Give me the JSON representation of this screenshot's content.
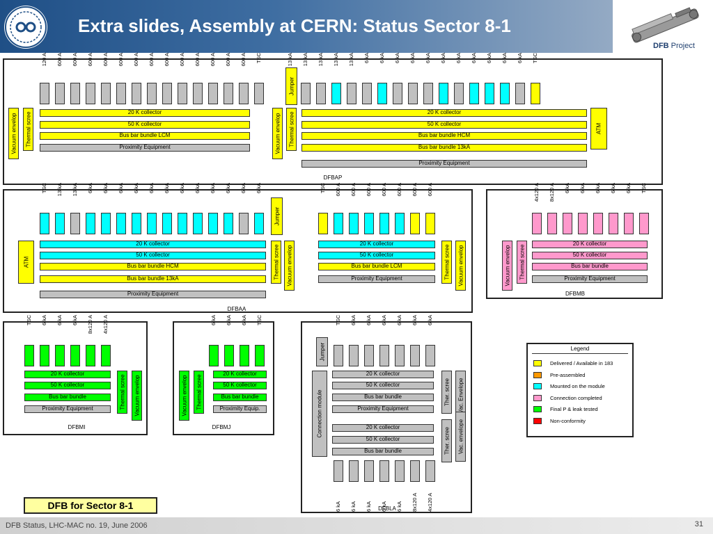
{
  "header": {
    "title": "Extra slides, Assembly at CERN: Status Sector 8-1",
    "project_label": "Project",
    "project_brand": "DFB"
  },
  "footer": {
    "left": "DFB Status, LHC-MAC no. 19, June 2006",
    "page": "31"
  },
  "sector_label": "DFB for Sector 8-1",
  "colors": {
    "yellow": "#ffff00",
    "cyan": "#00ffff",
    "gray": "#c0c0c0",
    "pink": "#ff99cc",
    "green": "#00ff00",
    "orange": "#ff9900",
    "red": "#ff0000"
  },
  "legend": {
    "title": "Legend",
    "items": [
      {
        "label": "Delivered / Available in 183",
        "color": "yellow"
      },
      {
        "label": "Pre-assembled",
        "color": "orange"
      },
      {
        "label": "Mounted on the module",
        "color": "cyan"
      },
      {
        "label": "Connection completed",
        "color": "pink"
      },
      {
        "label": "Final P & leak tested",
        "color": "green"
      },
      {
        "label": "Non-conformity",
        "color": "red"
      }
    ]
  },
  "panels": [
    {
      "name": "DFBAP",
      "cols": [
        {
          "l": "120 A",
          "c": "gray"
        },
        {
          "l": "600 A",
          "c": "gray"
        },
        {
          "l": "600 A",
          "c": "gray"
        },
        {
          "l": "600 A",
          "c": "gray"
        },
        {
          "l": "600 A",
          "c": "gray"
        },
        {
          "l": "600 A",
          "c": "gray"
        },
        {
          "l": "600 A",
          "c": "gray"
        },
        {
          "l": "600 A",
          "c": "gray"
        },
        {
          "l": "600 A",
          "c": "gray"
        },
        {
          "l": "600 A",
          "c": "gray"
        },
        {
          "l": "600 A",
          "c": "gray"
        },
        {
          "l": "600 A",
          "c": "gray"
        },
        {
          "l": "600 A",
          "c": "gray"
        },
        {
          "l": "600 A",
          "c": "gray"
        },
        {
          "l": "TSC",
          "c": "gray"
        },
        {
          "l": "13 kA",
          "c": "gray"
        },
        {
          "l": "13 kA",
          "c": "gray"
        },
        {
          "l": "13 kA",
          "c": "gray"
        },
        {
          "l": "13 kA",
          "c": "cyan"
        },
        {
          "l": "13 kA",
          "c": "gray"
        },
        {
          "l": "6 kA",
          "c": "gray"
        },
        {
          "l": "6 kA",
          "c": "cyan"
        },
        {
          "l": "6 kA",
          "c": "gray"
        },
        {
          "l": "6 kA",
          "c": "gray"
        },
        {
          "l": "6 kA",
          "c": "gray"
        },
        {
          "l": "6 kA",
          "c": "cyan"
        },
        {
          "l": "6 kA",
          "c": "gray"
        },
        {
          "l": "6 kA",
          "c": "cyan"
        },
        {
          "l": "6 kA",
          "c": "cyan"
        },
        {
          "l": "6 kA",
          "c": "cyan"
        },
        {
          "l": "6 kA",
          "c": "gray"
        },
        {
          "l": "TSC",
          "c": "yellow"
        }
      ],
      "bars": [
        {
          "l": "20 K collector",
          "c": "yellow"
        },
        {
          "l": "50 K collector",
          "c": "yellow"
        },
        {
          "l": "Bus bar bundle LCM",
          "c": "yellow"
        },
        {
          "l": "Proximity Equipment",
          "c": "gray"
        },
        {
          "l": "20 K collector",
          "c": "yellow"
        },
        {
          "l": "50 K collector",
          "c": "yellow"
        },
        {
          "l": "Bus bar bundle HCM",
          "c": "yellow"
        },
        {
          "l": "Bus bar bundle 13kA",
          "c": "yellow"
        },
        {
          "l": "Proximity Equipment",
          "c": "gray"
        }
      ],
      "vert": [
        {
          "l": "Vacuum envelop",
          "c": "yellow"
        },
        {
          "l": "Thermal scree",
          "c": "yellow"
        },
        {
          "l": "Vacuum envelop",
          "c": "yellow"
        },
        {
          "l": "Thermal scree",
          "c": "yellow"
        },
        {
          "l": "Jumper",
          "c": "yellow"
        },
        {
          "l": "ATM",
          "c": "yellow"
        }
      ]
    },
    {
      "name": "DFBAA",
      "cols": [
        {
          "l": "TSC",
          "c": "cyan"
        },
        {
          "l": "13 kA",
          "c": "cyan"
        },
        {
          "l": "13 kA",
          "c": "gray"
        },
        {
          "l": "6 kA",
          "c": "cyan"
        },
        {
          "l": "6 kA",
          "c": "cyan"
        },
        {
          "l": "6 kA",
          "c": "cyan"
        },
        {
          "l": "6 kA",
          "c": "cyan"
        },
        {
          "l": "6 kA",
          "c": "cyan"
        },
        {
          "l": "6 kA",
          "c": "cyan"
        },
        {
          "l": "6 kA",
          "c": "cyan"
        },
        {
          "l": "6 kA",
          "c": "cyan"
        },
        {
          "l": "6 kA",
          "c": "cyan"
        },
        {
          "l": "6 kA",
          "c": "cyan"
        },
        {
          "l": "6 kA",
          "c": "gray"
        },
        {
          "l": "6 kA",
          "c": "cyan"
        },
        {
          "l": "TSC",
          "c": "yellow"
        },
        {
          "l": "600 A",
          "c": "cyan"
        },
        {
          "l": "600 A",
          "c": "cyan"
        },
        {
          "l": "600 A",
          "c": "cyan"
        },
        {
          "l": "600 A",
          "c": "cyan"
        },
        {
          "l": "600 A",
          "c": "cyan"
        },
        {
          "l": "600 A",
          "c": "yellow"
        },
        {
          "l": "600 A",
          "c": "yellow"
        }
      ],
      "bars": [
        {
          "l": "20 K collector",
          "c": "cyan"
        },
        {
          "l": "50 K collector",
          "c": "cyan"
        },
        {
          "l": "Bus bar bundle HCM",
          "c": "yellow"
        },
        {
          "l": "Bus bar bundle 13kA",
          "c": "yellow"
        },
        {
          "l": "Proximity Equipment",
          "c": "gray"
        },
        {
          "l": "20 K collector",
          "c": "cyan"
        },
        {
          "l": "50 K collector",
          "c": "cyan"
        },
        {
          "l": "Bus bar bundle LCM",
          "c": "yellow"
        },
        {
          "l": "Proximity Equipment",
          "c": "gray"
        }
      ],
      "vert": [
        {
          "l": "ATM",
          "c": "yellow"
        },
        {
          "l": "Jumper",
          "c": "yellow"
        },
        {
          "l": "Thermal scree",
          "c": "yellow"
        },
        {
          "l": "Vacuum envelop",
          "c": "yellow"
        },
        {
          "l": "Thermal scree",
          "c": "yellow"
        },
        {
          "l": "Vacuum envelop",
          "c": "yellow"
        }
      ]
    },
    {
      "name": "DFBMB",
      "cols": [
        {
          "l": "4x120 A",
          "c": "pink"
        },
        {
          "l": "8x120 A",
          "c": "pink"
        },
        {
          "l": "6 kA",
          "c": "pink"
        },
        {
          "l": "6 kA",
          "c": "pink"
        },
        {
          "l": "6 kA",
          "c": "pink"
        },
        {
          "l": "6 kA",
          "c": "pink"
        },
        {
          "l": "6 kA",
          "c": "pink"
        },
        {
          "l": "TSC",
          "c": "pink"
        }
      ],
      "bars": [
        {
          "l": "20 K collector",
          "c": "pink"
        },
        {
          "l": "50 K collector",
          "c": "pink"
        },
        {
          "l": "Bus bar bundle",
          "c": "pink"
        },
        {
          "l": "Proximity Equipment",
          "c": "gray"
        }
      ],
      "vert": [
        {
          "l": "Vacuum envelop",
          "c": "pink"
        },
        {
          "l": "Thermal scree",
          "c": "pink"
        }
      ]
    },
    {
      "name": "DFBMI",
      "cols": [
        {
          "l": "TSC",
          "c": "green"
        },
        {
          "l": "6 kA",
          "c": "green"
        },
        {
          "l": "6 kA",
          "c": "green"
        },
        {
          "l": "6 kA",
          "c": "green"
        },
        {
          "l": "8x120 A",
          "c": "green"
        },
        {
          "l": "4x120 A",
          "c": "green"
        }
      ],
      "bars": [
        {
          "l": "20 K collector",
          "c": "green"
        },
        {
          "l": "50 K collector",
          "c": "green"
        },
        {
          "l": "Bus bar bundle",
          "c": "green"
        },
        {
          "l": "Proximity Equipment",
          "c": "gray"
        }
      ],
      "vert": [
        {
          "l": "Thermal scree",
          "c": "green"
        },
        {
          "l": "Vacuum envelop",
          "c": "green"
        }
      ]
    },
    {
      "name": "DFBMJ",
      "cols": [
        {
          "l": "6 kA",
          "c": "green"
        },
        {
          "l": "6 kA",
          "c": "green"
        },
        {
          "l": "6 kA",
          "c": "green"
        },
        {
          "l": "TSC",
          "c": "green"
        }
      ],
      "bars": [
        {
          "l": "20 K collector",
          "c": "green"
        },
        {
          "l": "50 K collector",
          "c": "green"
        },
        {
          "l": "Bus bar bundle",
          "c": "green"
        },
        {
          "l": "Proximity Equip.",
          "c": "gray"
        }
      ],
      "vert": [
        {
          "l": "Vacuum envelop",
          "c": "green"
        },
        {
          "l": "Thermal scree",
          "c": "green"
        }
      ]
    },
    {
      "name": "DFBLA",
      "cols": [
        {
          "l": "TSC",
          "c": "gray"
        },
        {
          "l": "6 kA",
          "c": "gray"
        },
        {
          "l": "6 kA",
          "c": "gray"
        },
        {
          "l": "6 kA",
          "c": "gray"
        },
        {
          "l": "6 kA",
          "c": "gray"
        },
        {
          "l": "6 kA",
          "c": "gray"
        },
        {
          "l": "6 kA",
          "c": "gray"
        },
        {
          "l": "6 kA",
          "c": "gray"
        },
        {
          "l": "6 kA",
          "c": "gray"
        },
        {
          "l": "6 kA",
          "c": "gray"
        },
        {
          "l": "6 kA",
          "c": "gray"
        },
        {
          "l": "6 kA",
          "c": "gray"
        },
        {
          "l": "8x120 A",
          "c": "gray"
        },
        {
          "l": "4x120 A",
          "c": "gray"
        }
      ],
      "bars": [
        {
          "l": "20 K collector",
          "c": "gray"
        },
        {
          "l": "50 K collector",
          "c": "gray"
        },
        {
          "l": "Bus bar bundle",
          "c": "gray"
        },
        {
          "l": "Proximity Equipment",
          "c": "gray"
        },
        {
          "l": "20 K collector",
          "c": "gray"
        },
        {
          "l": "50 K collector",
          "c": "gray"
        },
        {
          "l": "Bus bar bundle",
          "c": "gray"
        }
      ],
      "vert": [
        {
          "l": "Jumper",
          "c": "gray"
        },
        {
          "l": "Connection module",
          "c": "gray"
        },
        {
          "l": "Ther. scree",
          "c": "gray"
        },
        {
          "l": "Vac. Envelope",
          "c": "gray"
        },
        {
          "l": "Ther. scree",
          "c": "gray"
        },
        {
          "l": "Vac. envelope",
          "c": "gray"
        }
      ]
    }
  ]
}
